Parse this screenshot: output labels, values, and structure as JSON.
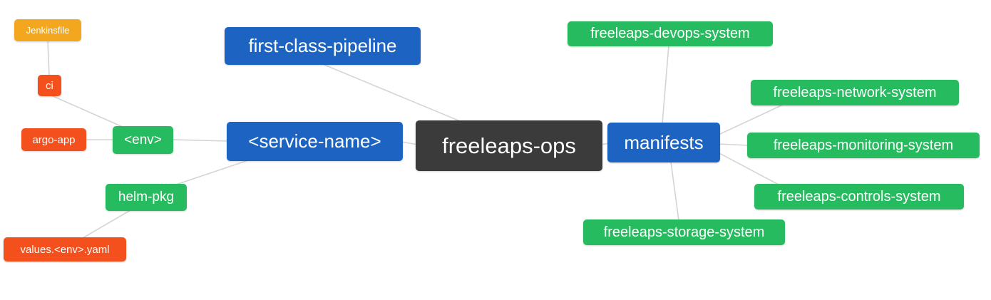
{
  "diagram": {
    "type": "mindmap",
    "colors": {
      "root": "#3b3b3b",
      "branch_blue": "#1d63c1",
      "leaf_green": "#27bb5f",
      "leaf_red": "#f4501e",
      "leaf_orange": "#f2a71f",
      "edge": "#d4d4d4",
      "node_text": "#ffffff",
      "background": "#ffffff"
    },
    "nodes": {
      "freeleaps_ops": {
        "label": "freeleaps-ops"
      },
      "first_class_pipeline": {
        "label": "first-class-pipeline"
      },
      "service_name": {
        "label": "<service-name>"
      },
      "manifests": {
        "label": "manifests"
      },
      "env": {
        "label": "<env>"
      },
      "helm_pkg": {
        "label": "helm-pkg"
      },
      "jenkinsfile": {
        "label": "Jenkinsfile"
      },
      "ci": {
        "label": "ci"
      },
      "argo_app": {
        "label": "argo-app"
      },
      "values_env_yaml": {
        "label": "values.<env>.yaml"
      },
      "devops_system": {
        "label": "freeleaps-devops-system"
      },
      "network_system": {
        "label": "freeleaps-network-system"
      },
      "monitoring_system": {
        "label": "freeleaps-monitoring-system"
      },
      "controls_system": {
        "label": "freeleaps-controls-system"
      },
      "storage_system": {
        "label": "freeleaps-storage-system"
      }
    },
    "edges": [
      {
        "from": "first-class-pipeline",
        "to": "freeleaps-ops"
      },
      {
        "from": "<service-name>",
        "to": "freeleaps-ops"
      },
      {
        "from": "<env>",
        "to": "<service-name>"
      },
      {
        "from": "argo-app",
        "to": "<env>"
      },
      {
        "from": "ci",
        "to": "<env>"
      },
      {
        "from": "Jenkinsfile",
        "to": "ci"
      },
      {
        "from": "helm-pkg",
        "to": "<service-name>"
      },
      {
        "from": "values.<env>.yaml",
        "to": "helm-pkg"
      },
      {
        "from": "freeleaps-ops",
        "to": "manifests"
      },
      {
        "from": "manifests",
        "to": "freeleaps-devops-system"
      },
      {
        "from": "manifests",
        "to": "freeleaps-network-system"
      },
      {
        "from": "manifests",
        "to": "freeleaps-monitoring-system"
      },
      {
        "from": "manifests",
        "to": "freeleaps-controls-system"
      },
      {
        "from": "manifests",
        "to": "freeleaps-storage-system"
      }
    ]
  }
}
